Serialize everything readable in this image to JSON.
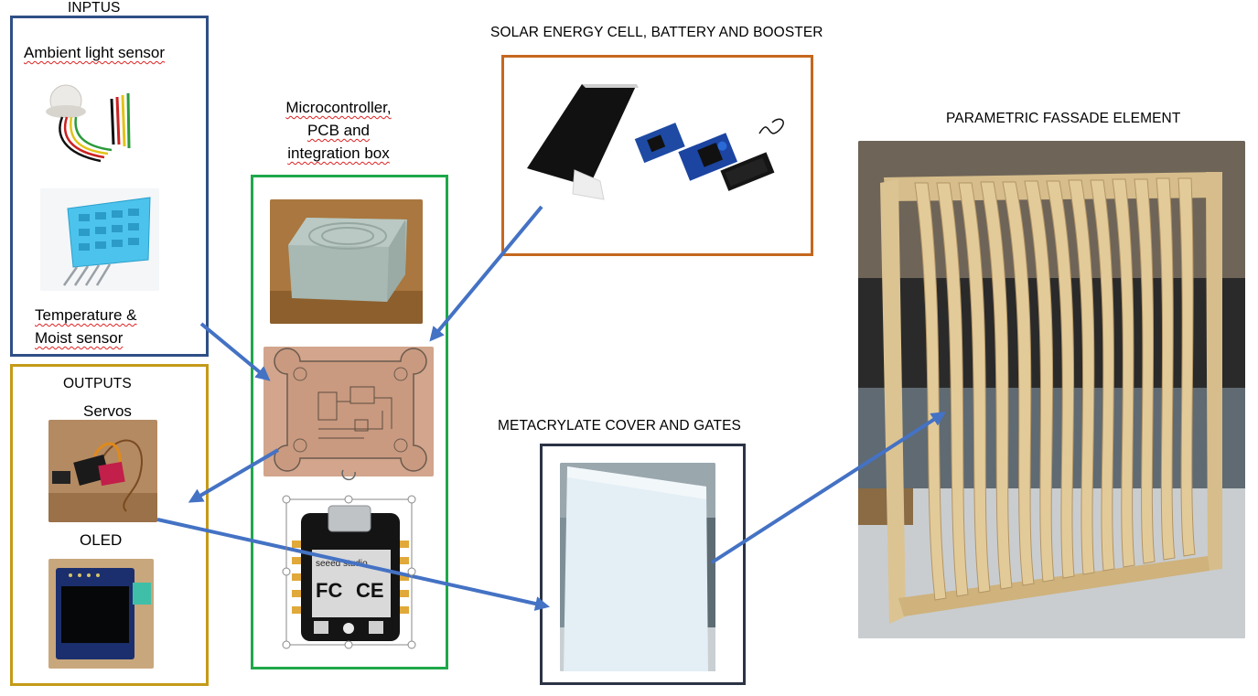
{
  "inputs": {
    "title": "INPTUS",
    "ambient_label": "Ambient light sensor",
    "temp_label_line1": "Temperature &",
    "temp_label_line2": "Moist sensor"
  },
  "outputs": {
    "title": "OUTPUTS",
    "servos_label": "Servos",
    "oled_label": "OLED"
  },
  "micro": {
    "line1": "Microcontroller,",
    "line2": "PCB and",
    "line3": "integration box"
  },
  "solar": {
    "title": "SOLAR ENERGY CELL, BATTERY AND BOOSTER"
  },
  "cover": {
    "title": "METACRYLATE COVER AND GATES"
  },
  "facade": {
    "title": "PARAMETRIC FASSADE ELEMENT"
  },
  "colors": {
    "inputs_border": "#2f4f86",
    "outputs_border": "#c49a18",
    "micro_border": "#1fa84a",
    "solar_border": "#c5671f",
    "cover_border": "#2b3445",
    "arrow": "#4472c4"
  }
}
